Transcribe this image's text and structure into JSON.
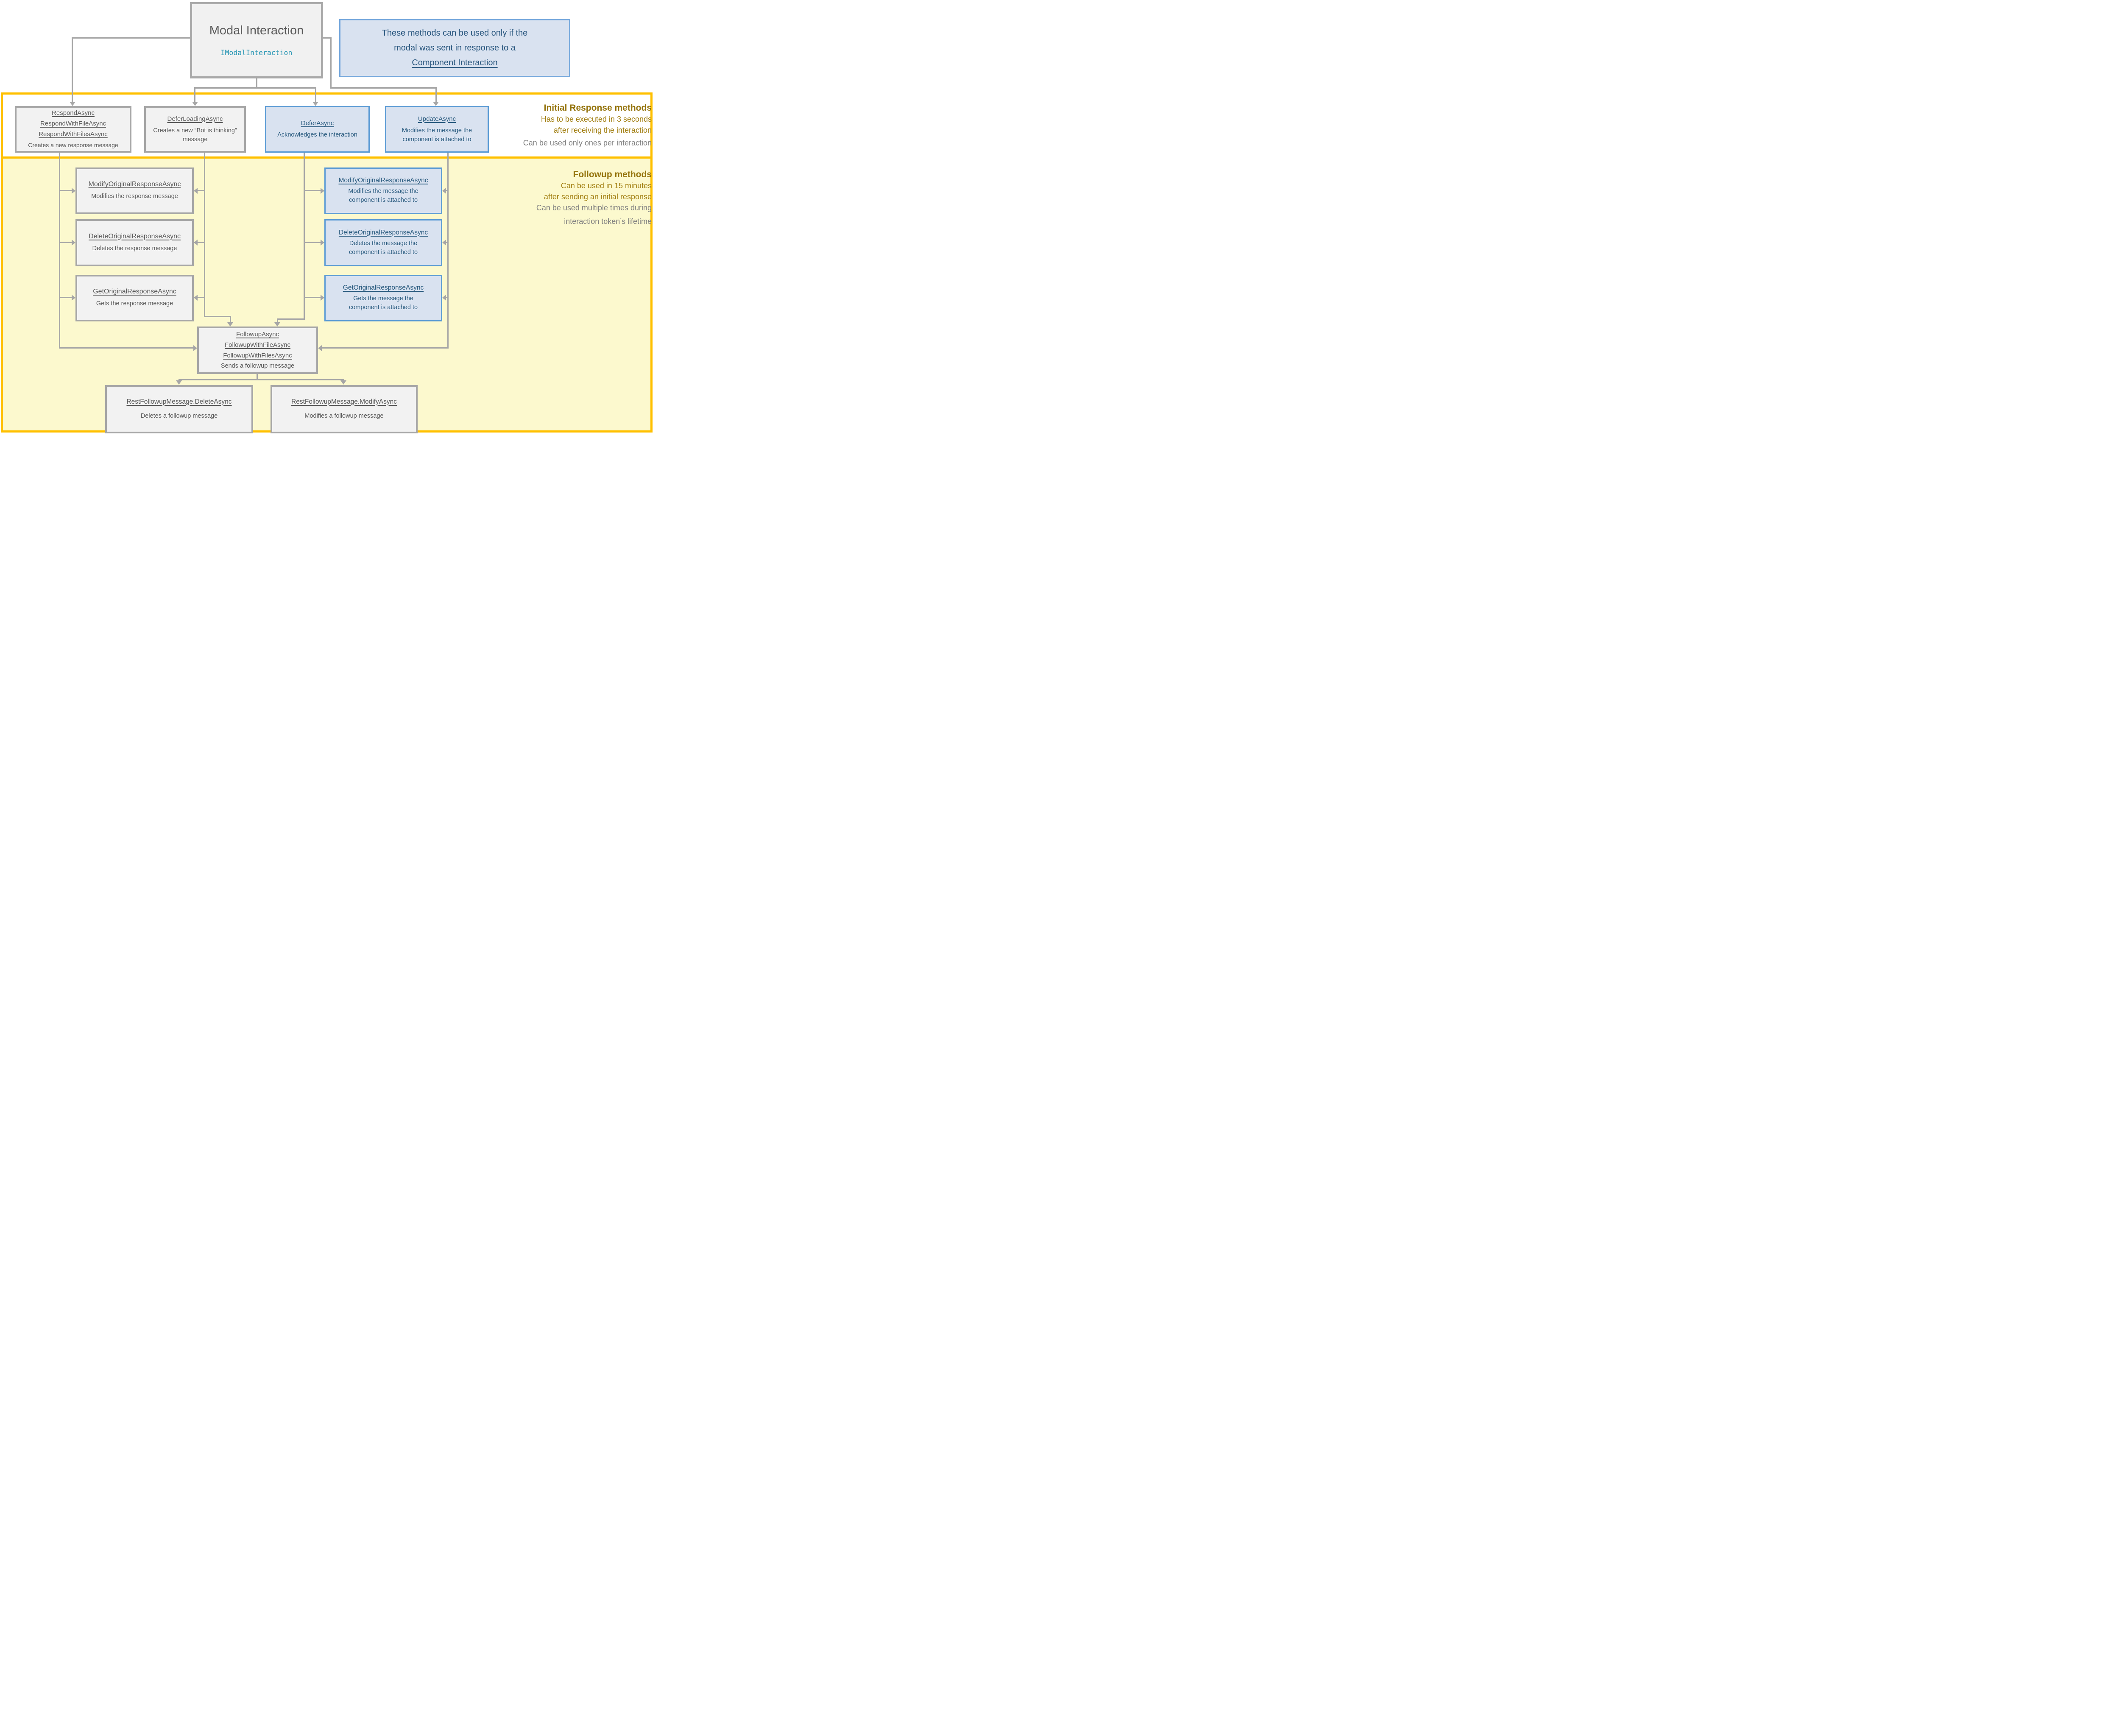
{
  "title_box": {
    "title": "Modal Interaction",
    "interface_name": "IModalInteraction"
  },
  "note_box": {
    "line1": "These methods can be used only if the",
    "line2": "modal was sent in response to a",
    "link": "Component Interaction"
  },
  "initial_section": {
    "heading": "Initial Response methods",
    "gold_line1": "Has to be executed in 3 seconds",
    "gold_line2": "after receiving the interaction",
    "gray_line": "Can be used only ones per interaction",
    "boxes": [
      {
        "methods": [
          "RespondAsync",
          "RespondWithFileAsync",
          "RespondWithFilesAsync"
        ],
        "desc": "Creates a new response message"
      },
      {
        "methods": [
          "DeferLoadingAsync"
        ],
        "desc": "Creates a new “Bot is thinking” message"
      },
      {
        "methods": [
          "DeferAsync"
        ],
        "desc": "Acknowledges the interaction"
      },
      {
        "methods": [
          "UpdateAsync"
        ],
        "desc": "Modifies the message the component is attached to"
      }
    ]
  },
  "followup_section": {
    "heading": "Followup methods",
    "gold_line1": "Can be used in 15 minutes",
    "gold_line2": "after sending an initial response",
    "gray_line1": "Can be used multiple times during",
    "gray_line2": "interaction token’s lifetime",
    "response_boxes": [
      {
        "title": "ModifyOriginalResponseAsync",
        "desc": "Modifies the response message"
      },
      {
        "title": "DeleteOriginalResponseAsync",
        "desc": "Deletes the response message"
      },
      {
        "title": "GetOriginalResponseAsync",
        "desc": "Gets the response message"
      }
    ],
    "component_boxes": [
      {
        "title": "ModifyOriginalResponseAsync",
        "desc": "Modifies the message the component is attached to"
      },
      {
        "title": "DeleteOriginalResponseAsync",
        "desc": "Deletes the message the component is attached to"
      },
      {
        "title": "GetOriginalResponseAsync",
        "desc": "Gets the message the component is attached to"
      }
    ],
    "followup_box": {
      "methods": [
        "FollowupAsync",
        "FollowupWithFileAsync",
        "FollowupWithFilesAsync"
      ],
      "desc": "Sends a followup message"
    },
    "rest_boxes": [
      {
        "title": "RestFollowupMessage.DeleteAsync",
        "desc": "Deletes a followup message"
      },
      {
        "title": "RestFollowupMessage.ModifyAsync",
        "desc": "Modifies a followup message"
      }
    ]
  },
  "colors": {
    "accent_orange": "#FFC000",
    "yellow_background": "#FCF9CE",
    "gray_border": "#A6A6A6",
    "gray_fill": "#F2F2F2",
    "blue_border": "#5B9BD5",
    "blue_fill": "#D9E2F0",
    "dark_blue_text": "#2A5B7F",
    "gray_text": "#595959",
    "gold_text": "#94730B",
    "teal_text": "#2B98B5"
  }
}
